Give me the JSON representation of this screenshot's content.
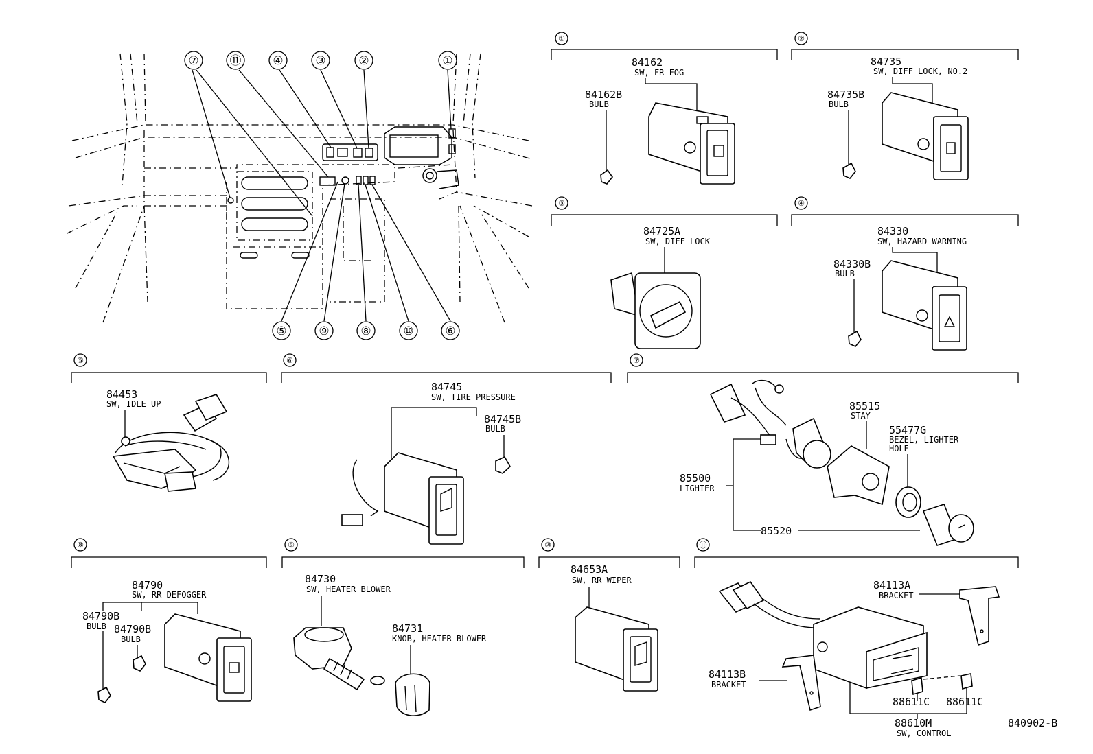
{
  "overview": {
    "callouts_top": [
      "⑦",
      "⑪",
      "④",
      "③",
      "②",
      "①"
    ],
    "callouts_bottom": [
      "⑤",
      "⑨",
      "⑧",
      "⑩",
      "⑥"
    ]
  },
  "sections": [
    {
      "key": "s1",
      "index": "①",
      "parts": [
        {
          "number": "84162",
          "name": "SW, FR FOG"
        },
        {
          "number": "84162B",
          "name": "BULB"
        }
      ]
    },
    {
      "key": "s2",
      "index": "②",
      "parts": [
        {
          "number": "84735",
          "name": "SW, DIFF LOCK, NO.2"
        },
        {
          "number": "84735B",
          "name": "BULB"
        }
      ]
    },
    {
      "key": "s3",
      "index": "③",
      "parts": [
        {
          "number": "84725A",
          "name": "SW, DIFF  LOCK"
        }
      ]
    },
    {
      "key": "s4",
      "index": "④",
      "parts": [
        {
          "number": "84330",
          "name": "SW, HAZARD WARNING"
        },
        {
          "number": "84330B",
          "name": "BULB"
        }
      ]
    },
    {
      "key": "s5",
      "index": "⑤",
      "parts": [
        {
          "number": "84453",
          "name": "SW, IDLE UP"
        }
      ]
    },
    {
      "key": "s6",
      "index": "⑥",
      "parts": [
        {
          "number": "84745",
          "name": "SW, TIRE PRESSURE"
        },
        {
          "number": "84745B",
          "name": "BULB"
        }
      ]
    },
    {
      "key": "s7",
      "index": "⑦",
      "parts": [
        {
          "number": "85515",
          "name": "STAY"
        },
        {
          "number": "55477G",
          "name": "BEZEL, LIGHTER",
          "name2": "HOLE"
        },
        {
          "number": "85500",
          "name": "LIGHTER"
        },
        {
          "number": "85520",
          "name": ""
        }
      ]
    },
    {
      "key": "s8",
      "index": "⑧",
      "parts": [
        {
          "number": "84790",
          "name": "SW, RR DEFOGGER"
        },
        {
          "number": "84790B",
          "name": "BULB"
        },
        {
          "number": "84790B",
          "name": "BULB"
        }
      ]
    },
    {
      "key": "s9",
      "index": "⑨",
      "parts": [
        {
          "number": "84730",
          "name": "SW, HEATER BLOWER"
        },
        {
          "number": "84731",
          "name": "KNOB, HEATER BLOWER"
        }
      ]
    },
    {
      "key": "s10",
      "index": "⑩",
      "parts": [
        {
          "number": "84653A",
          "name": "SW, RR WIPER"
        }
      ]
    },
    {
      "key": "s11",
      "index": "⑪",
      "parts": [
        {
          "number": "84113A",
          "name": "BRACKET"
        },
        {
          "number": "84113B",
          "name": "BRACKET"
        },
        {
          "number": "88611C",
          "name": ""
        },
        {
          "number": "88611C",
          "name": ""
        },
        {
          "number": "88610M",
          "name": "SW, CONTROL"
        }
      ]
    }
  ],
  "diagram_code": "840902-B"
}
